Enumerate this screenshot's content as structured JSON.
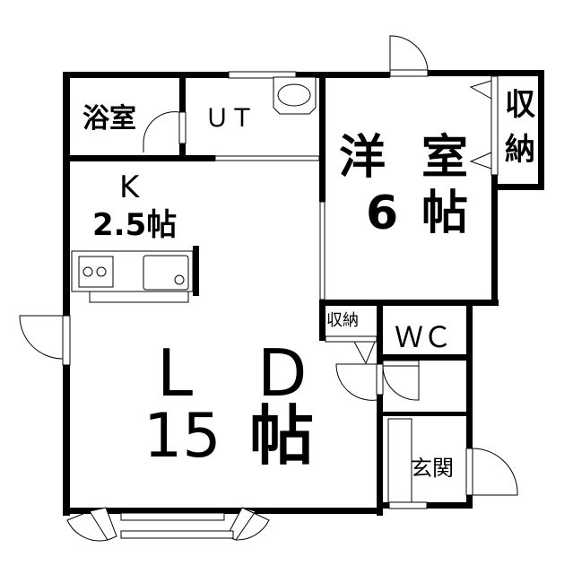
{
  "floor_plan": {
    "rooms": {
      "bath": {
        "label": "浴室"
      },
      "utility": {
        "label": "ＵＴ"
      },
      "kitchen": {
        "label": "K",
        "size": "2.5帖"
      },
      "western_room": {
        "label_1": "洋",
        "label_2": "室",
        "size_num": "6",
        "size_unit": "帖"
      },
      "closet_large": {
        "label_1": "収",
        "label_2": "納"
      },
      "closet_small": {
        "label": "収納"
      },
      "toilet": {
        "label": "ＷＣ"
      },
      "living_dining": {
        "label_1": "L",
        "label_2": "D",
        "size_num": "15",
        "size_unit": "帖"
      },
      "entrance": {
        "label": "玄関"
      }
    },
    "colors": {
      "wall": "#000000",
      "background": "#ffffff"
    }
  }
}
